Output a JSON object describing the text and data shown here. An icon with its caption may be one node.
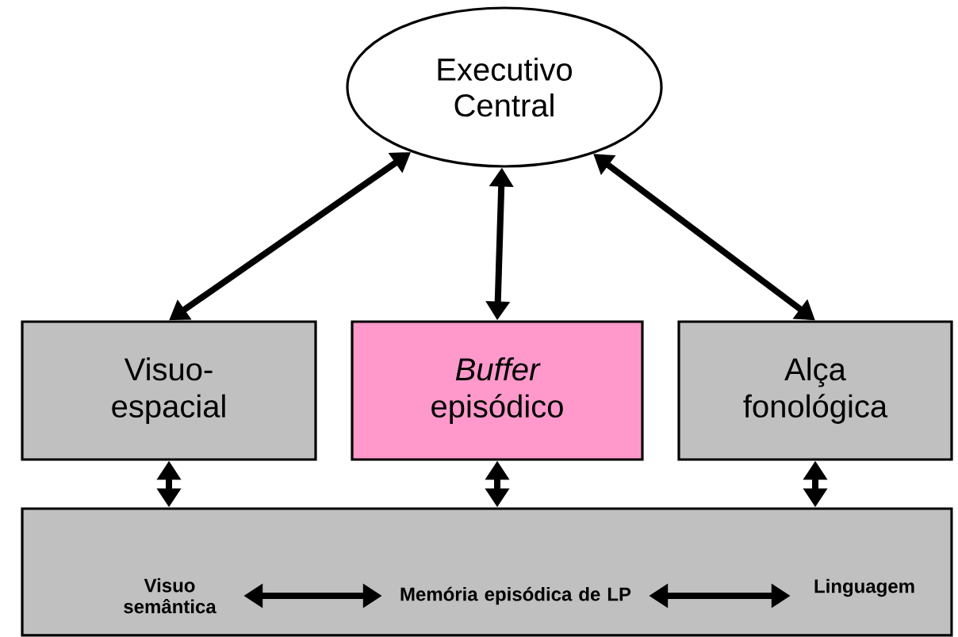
{
  "diagram": {
    "nodes": [
      {
        "text": [
          "Executivo Central"
        ]
      },
      {
        "text": [
          "Visuo-espacial"
        ]
      },
      {
        "text": [
          "*Buffer* episódico"
        ]
      },
      {
        "text": [
          "Alça fonológica"
        ]
      },
      {
        "text": [],
        "shape": "box"
      },
      {
        "text": [
          "Visuo semântica"
        ],
        "in": 4
      },
      {
        "text": [
          "Memória episódica de LP"
        ],
        "in": 4
      },
      {
        "text": [
          "Linguagem"
        ],
        "in": 4
      }
    ],
    "edges": [
      {
        "from": 0,
        "to": 1,
        "arrow": "both"
      },
      {
        "from": 0,
        "to": 2,
        "arrow": "both"
      },
      {
        "from": 0,
        "to": 3,
        "arrow": "both"
      },
      {
        "from": 1,
        "to": 4,
        "arrow": "both"
      },
      {
        "from": 2,
        "to": 4,
        "arrow": "both"
      },
      {
        "from": 3,
        "to": 4,
        "arrow": "both"
      },
      {
        "from": 5,
        "to": 6,
        "arrow": "both"
      },
      {
        "from": 6,
        "to": 7,
        "arrow": "both"
      }
    ]
  }
}
